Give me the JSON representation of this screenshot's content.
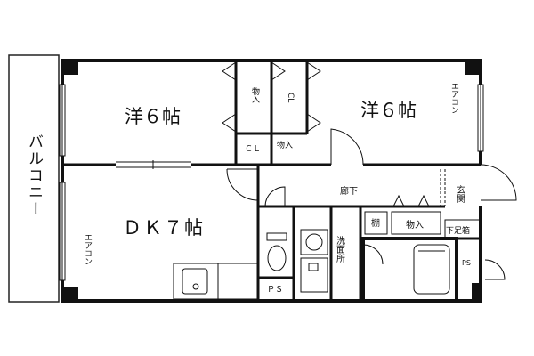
{
  "rooms": {
    "western_left": "洋６帖",
    "western_right": "洋６帖",
    "dk": "ＤＫ７帖",
    "balcony": "バルコニー",
    "corridor": "廊下",
    "entrance": "玄関",
    "washroom": "洗面所"
  },
  "storage": {
    "monoire_upper": "物入",
    "cl_upper": "CL",
    "cl_lower": "ＣＬ",
    "monoire_lower": "物入",
    "tana": "棚",
    "monoire_hall": "物入",
    "shoe_box": "下足箱"
  },
  "equipment": {
    "aircon_right": "エアコン",
    "aircon_dk": "エアコン",
    "ps_left": "ＰＳ",
    "ps_right": "PS"
  }
}
